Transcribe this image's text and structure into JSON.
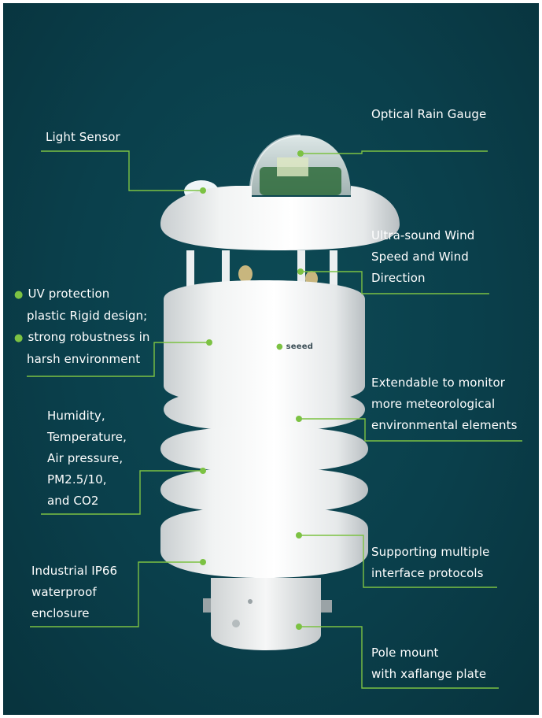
{
  "product": {
    "brand": "seeed",
    "alt": "weather station device"
  },
  "labels": {
    "optical_rain_gauge": "Optical Rain Gauge",
    "light_sensor": "Light Sensor",
    "ultrasound": [
      "Ultra-sound Wind",
      "Speed and Wind",
      "Direction"
    ],
    "uv_protection": [
      "UV protection",
      "plastic Rigid design;",
      "strong robustness in",
      "harsh environment"
    ],
    "extendable": [
      "Extendable to monitor",
      "more meteorological",
      "environmental elements"
    ],
    "humidity": [
      "Humidity,",
      "Temperature,",
      "Air pressure,",
      "PM2.5/10,",
      "and CO2"
    ],
    "protocols": [
      "Supporting multiple",
      "interface protocols"
    ],
    "ip66": [
      "Industrial IP66",
      "waterproof",
      "enclosure"
    ],
    "pole_mount": [
      "Pole mount",
      "with xaflange plate"
    ]
  },
  "colors": {
    "background": "#0a3f4b",
    "accent": "#7cc243",
    "text": "#ffffff"
  }
}
